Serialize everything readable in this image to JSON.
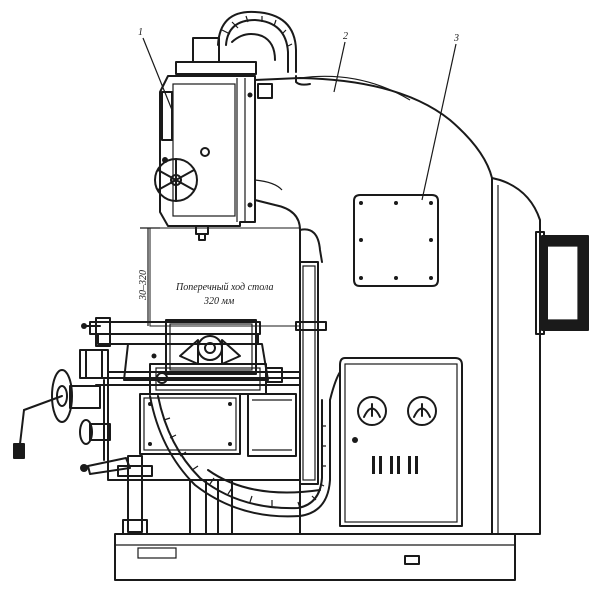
{
  "figure": {
    "callouts": [
      {
        "id": "1",
        "label": "1"
      },
      {
        "id": "2",
        "label": "2"
      },
      {
        "id": "3",
        "label": "3"
      }
    ],
    "travel_note": {
      "line1": "Поперечный ход стола",
      "line2": "320 мм"
    },
    "vertical_dimension": "30–320",
    "colors": {
      "ink": "#1a1a1a",
      "paper": "#ffffff"
    }
  }
}
